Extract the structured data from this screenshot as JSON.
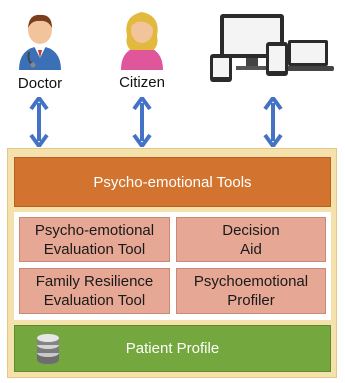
{
  "actors": {
    "doctor": {
      "label": "Doctor",
      "icon": "doctor-icon"
    },
    "citizen": {
      "label": "Citizen",
      "icon": "citizen-icon"
    },
    "devices": {
      "icon": "devices-icon"
    }
  },
  "platform": {
    "tools_header": "Psycho-emotional Tools",
    "tools": [
      {
        "line1": "Psycho-emotional",
        "line2": "Evaluation Tool"
      },
      {
        "line1": "Decision",
        "line2": "Aid"
      },
      {
        "line1": "Family Resilience",
        "line2": "Evaluation Tool"
      },
      {
        "line1": "Psychoemotional",
        "line2": "Profiler"
      }
    ],
    "profile_label": "Patient Profile",
    "profile_icon": "database-icon"
  },
  "colors": {
    "arrow": "#4472c4",
    "platform_bg": "#f5e1ac",
    "tools_header": "#d2742f",
    "tool_box": "#e6a794",
    "profile_bar": "#74a83e"
  }
}
